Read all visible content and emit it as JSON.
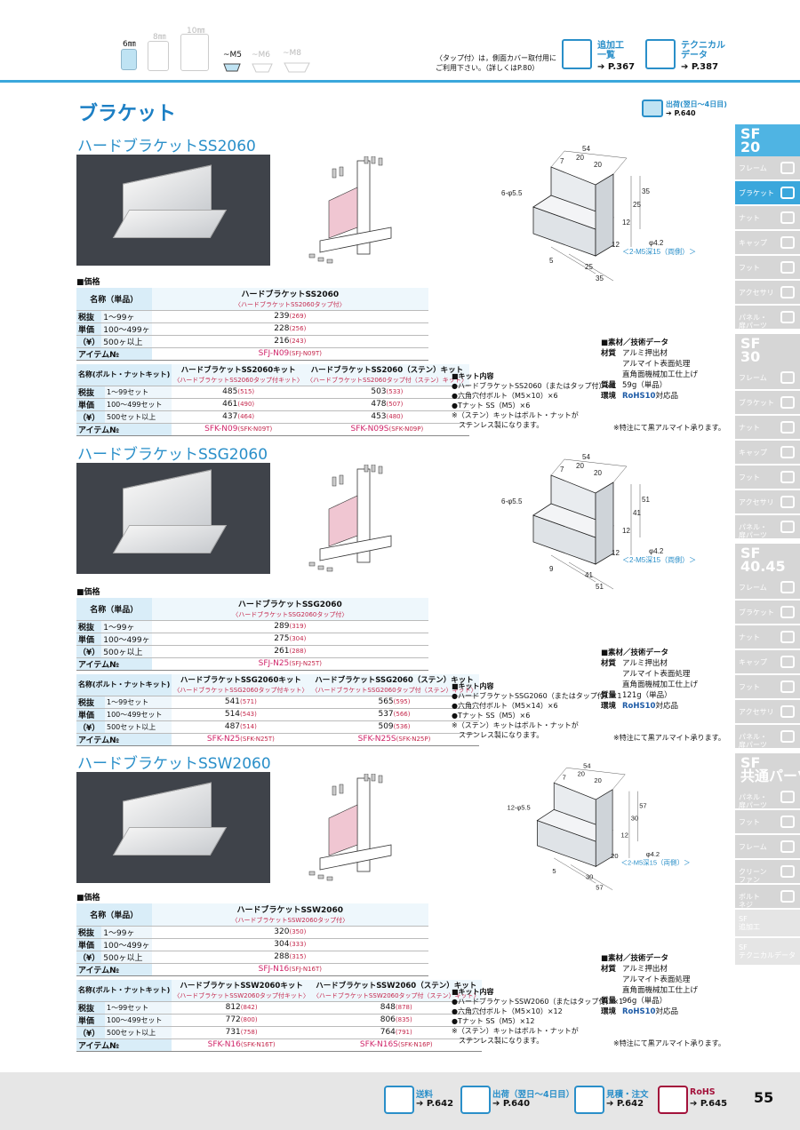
{
  "top": {
    "tabs": [
      "6㎜",
      "8㎜",
      "10㎜"
    ],
    "m_labels": [
      "~M5",
      "~M6",
      "~M8"
    ],
    "note": "〈タップ付〉は，側面カバー取付用に\nご利用下さい。（詳しくはP.80）",
    "ref1": {
      "label1": "追加工",
      "label2": "一覧",
      "page": "➔ P.367"
    },
    "ref2": {
      "label1": "テクニカル",
      "label2": "データ",
      "page": "➔ P.387"
    }
  },
  "page_title": "ブラケット",
  "ship": {
    "label": "出荷(翌日〜4日目)",
    "page": "➔ P.640"
  },
  "sidebar": [
    {
      "block": "SF\n20",
      "items": [
        "フレーム",
        "ブラケット",
        "ナット",
        "キャップ",
        "フット",
        "アクセサリ",
        "パネル・\n扉パーツ"
      ],
      "active": 1
    },
    {
      "block": "SF\n30",
      "items": [
        "フレーム",
        "ブラケット",
        "ナット",
        "キャップ",
        "フット",
        "アクセサリ",
        "パネル・\n扉パーツ"
      ],
      "active": -1
    },
    {
      "block": "SF\n40.45",
      "items": [
        "フレーム",
        "ブラケット",
        "ナット",
        "キャップ",
        "フット",
        "アクセサリ",
        "パネル・\n扉パーツ"
      ],
      "active": -1
    },
    {
      "block": "SF\n共通パーツ",
      "items": [
        "パネル・\n扉パーツ",
        "フット",
        "フレーム",
        "クリーン\nファン",
        "ボルト\nネジ"
      ],
      "active": -1
    },
    {
      "block": "",
      "items": [
        "SF\n追加工",
        "SF\nテクニカルデータ"
      ],
      "active": -1
    }
  ],
  "sections": [
    {
      "title": "ハードブラケットSS2060",
      "price_label": "■価格",
      "single": {
        "name_hdr": "名称（単品）",
        "product": "ハードブラケットSS2060",
        "product_sub": "〈ハードブラケットSS2060タップ付〉",
        "rows": [
          {
            "q": "1〜99ヶ",
            "v": "239",
            "s": "(269)"
          },
          {
            "q": "100〜499ヶ",
            "v": "228",
            "s": "(256)"
          },
          {
            "q": "500ヶ以上",
            "v": "216",
            "s": "(243)"
          }
        ],
        "item": "SFJ-N09",
        "item_sub": "(SFJ-N09T)"
      },
      "kit": {
        "name_hdr": "名称(ボルト・ナットキット)",
        "p1": "ハードブラケットSS2060キット",
        "p1s": "〈ハードブラケットSS2060タップ付キット〉",
        "p2": "ハードブラケットSS2060（ステン）キット",
        "p2s": "〈ハードブラケットSS2060タップ付（ステン）キット〉",
        "rows": [
          {
            "q": "1〜99セット",
            "v1": "485",
            "s1": "(515)",
            "v2": "503",
            "s2": "(533)"
          },
          {
            "q": "100〜499セット",
            "v1": "461",
            "s1": "(490)",
            "v2": "478",
            "s2": "(507)"
          },
          {
            "q": "500セット以上",
            "v1": "437",
            "s1": "(464)",
            "v2": "453",
            "s2": "(480)"
          }
        ],
        "i1": "SFK-N09",
        "i1s": "(SFK-N09T)",
        "i2": "SFK-N09S",
        "i2s": "(SFK-N09P)"
      },
      "kit_contents": {
        "title": "■キット内容",
        "lines": [
          "●ハードブラケットSS2060（またはタップ付）×1",
          "●六角穴付ボルト（M5×10）×6",
          "●Tナット SS（M5）×6",
          "※（ステン）キットはボルト・ナットが",
          "　ステンレス製になります。"
        ]
      },
      "spec": {
        "title": "■素材／技術データ",
        "material": "アルミ押出材",
        "finish": "アルマイト表面処理",
        "finish2": "直角面機械加工仕上げ",
        "mass": "59g（単品）",
        "env_bold": "RoHS10",
        "env": "対応品",
        "note": "※特注にて黒アルマイト承ります。"
      },
      "dims": {
        "holes": "6-φ5.5",
        "d42": "φ4.2",
        "tap": "＜2-M5深15（両側）＞",
        "n": [
          "54",
          "20",
          "7",
          "20",
          "35",
          "25",
          "12",
          "5",
          "25",
          "35",
          "12"
        ]
      }
    },
    {
      "title": "ハードブラケットSSG2060",
      "price_label": "■価格",
      "single": {
        "name_hdr": "名称（単品）",
        "product": "ハードブラケットSSG2060",
        "product_sub": "〈ハードブラケットSSG2060タップ付〉",
        "rows": [
          {
            "q": "1〜99ヶ",
            "v": "289",
            "s": "(319)"
          },
          {
            "q": "100〜499ヶ",
            "v": "275",
            "s": "(304)"
          },
          {
            "q": "500ヶ以上",
            "v": "261",
            "s": "(288)"
          }
        ],
        "item": "SFJ-N25",
        "item_sub": "(SFJ-N25T)"
      },
      "kit": {
        "name_hdr": "名称(ボルト・ナットキット)",
        "p1": "ハードブラケットSSG2060キット",
        "p1s": "〈ハードブラケットSSG2060タップ付キット〉",
        "p2": "ハードブラケットSSG2060（ステン）キット",
        "p2s": "〈ハードブラケットSSG2060タップ付（ステン）キット〉",
        "rows": [
          {
            "q": "1〜99セット",
            "v1": "541",
            "s1": "(571)",
            "v2": "565",
            "s2": "(595)"
          },
          {
            "q": "100〜499セット",
            "v1": "514",
            "s1": "(543)",
            "v2": "537",
            "s2": "(566)"
          },
          {
            "q": "500セット以上",
            "v1": "487",
            "s1": "(514)",
            "v2": "509",
            "s2": "(536)"
          }
        ],
        "i1": "SFK-N25",
        "i1s": "(SFK-N25T)",
        "i2": "SFK-N25S",
        "i2s": "(SFK-N25P)"
      },
      "kit_contents": {
        "title": "■キット内容",
        "lines": [
          "●ハードブラケットSSG2060（またはタップ付）×1",
          "●六角穴付ボルト（M5×14）×6",
          "●Tナット SS（M5）×6",
          "※（ステン）キットはボルト・ナットが",
          "　ステンレス製になります。"
        ]
      },
      "spec": {
        "title": "■素材／技術データ",
        "material": "アルミ押出材",
        "finish": "アルマイト表面処理",
        "finish2": "直角面機械加工仕上げ",
        "mass": "121g（単品）",
        "env_bold": "RoHS10",
        "env": "対応品",
        "note": "※特注にて黒アルマイト承ります。"
      },
      "dims": {
        "holes": "6-φ5.5",
        "d42": "φ4.2",
        "tap": "＜2-M5深15（両側）＞",
        "n": [
          "54",
          "20",
          "7",
          "20",
          "51",
          "41",
          "12",
          "9",
          "41",
          "51",
          "12"
        ]
      }
    },
    {
      "title": "ハードブラケットSSW2060",
      "price_label": "■価格",
      "single": {
        "name_hdr": "名称（単品）",
        "product": "ハードブラケットSSW2060",
        "product_sub": "〈ハードブラケットSSW2060タップ付〉",
        "rows": [
          {
            "q": "1〜99ヶ",
            "v": "320",
            "s": "(350)"
          },
          {
            "q": "100〜499ヶ",
            "v": "304",
            "s": "(333)"
          },
          {
            "q": "500ヶ以上",
            "v": "288",
            "s": "(315)"
          }
        ],
        "item": "SFJ-N16",
        "item_sub": "(SFJ-N16T)"
      },
      "kit": {
        "name_hdr": "名称(ボルト・ナットキット)",
        "p1": "ハードブラケットSSW2060キット",
        "p1s": "〈ハードブラケットSSW2060タップ付キット〉",
        "p2": "ハードブラケットSSW2060（ステン）キット",
        "p2s": "〈ハードブラケットSSW2060タップ付（ステン）キット〉",
        "rows": [
          {
            "q": "1〜99セット",
            "v1": "812",
            "s1": "(842)",
            "v2": "848",
            "s2": "(878)"
          },
          {
            "q": "100〜499セット",
            "v1": "772",
            "s1": "(800)",
            "v2": "806",
            "s2": "(835)"
          },
          {
            "q": "500セット以上",
            "v1": "731",
            "s1": "(758)",
            "v2": "764",
            "s2": "(791)"
          }
        ],
        "i1": "SFK-N16",
        "i1s": "(SFK-N16T)",
        "i2": "SFK-N16S",
        "i2s": "(SFK-N16P)"
      },
      "kit_contents": {
        "title": "■キット内容",
        "lines": [
          "●ハードブラケットSSW2060（またはタップ付）×1",
          "●六角穴付ボルト（M5×10）×12",
          "●Tナット SS（M5）×12",
          "※（ステン）キットはボルト・ナットが",
          "　ステンレス製になります。"
        ]
      },
      "spec": {
        "title": "■素材／技術データ",
        "material": "アルミ押出材",
        "finish": "アルマイト表面処理",
        "finish2": "直角面機械加工仕上げ",
        "mass": "96g（単品）",
        "env_bold": "RoHS10",
        "env": "対応品",
        "note": "※特注にて黒アルマイト承ります。"
      },
      "dims": {
        "holes": "12-φ5.5",
        "d42": "φ4.2",
        "tap": "＜2-M5深15（両側）＞",
        "n": [
          "54",
          "20",
          "7",
          "20",
          "57",
          "30",
          "12",
          "5",
          "30",
          "57",
          "20"
        ]
      }
    }
  ],
  "row_labels": [
    "税抜",
    "単価",
    "（¥）"
  ],
  "item_label": "アイテム№",
  "spec_keys": {
    "material": "材質",
    "mass": "質量",
    "env": "環境"
  },
  "footer": [
    {
      "label": "送料",
      "page": "➔ P.642"
    },
    {
      "label": "出荷（翌日〜4日目）",
      "page": "➔ P.640"
    },
    {
      "label": "見積・注文",
      "page": "➔ P.642"
    },
    {
      "label": "RoHS",
      "page": "➔ P.645"
    }
  ],
  "page_number": "55",
  "colors": {
    "accent": "#2a8fc9",
    "sidebar_active": "#3aa7dc",
    "price_header": "#d9edf8",
    "item_red": "#d0266a"
  }
}
